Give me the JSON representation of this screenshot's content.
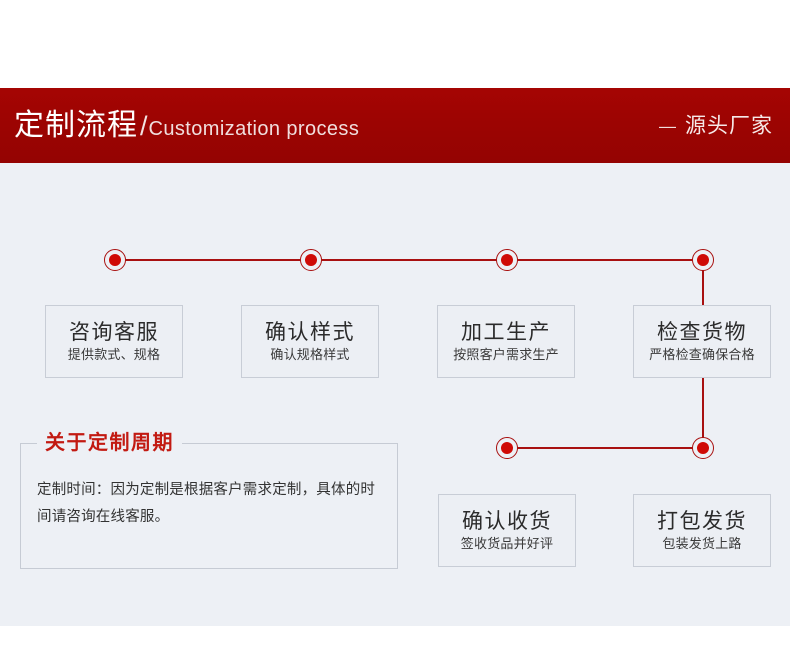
{
  "header": {
    "title_cn": "定制流程",
    "separator": "/",
    "title_en": "Customization process",
    "right_dash": "—",
    "right_label": "源头厂家",
    "bg_color": "#9d0402",
    "text_color": "#ffffff"
  },
  "theme": {
    "accent": "#cf0a06",
    "line_color": "#a81010",
    "canvas_bg": "#edf0f5",
    "box_border": "#c8cdd6",
    "info_title_color": "#c21a12"
  },
  "flow": {
    "row1": [
      {
        "title": "咨询客服",
        "subtitle": "提供款式、规格"
      },
      {
        "title": "确认样式",
        "subtitle": "确认规格样式"
      },
      {
        "title": "加工生产",
        "subtitle": "按照客户需求生产"
      },
      {
        "title": "检查货物",
        "subtitle": "严格检查确保合格"
      }
    ],
    "row2": [
      {
        "title": "确认收货",
        "subtitle": "签收货品并好评"
      },
      {
        "title": "打包发货",
        "subtitle": "包装发货上路"
      }
    ]
  },
  "info_panel": {
    "title": "关于定制周期",
    "body": "定制时间：因为定制是根据客户需求定制，具体的时间请咨询在线客服。"
  }
}
